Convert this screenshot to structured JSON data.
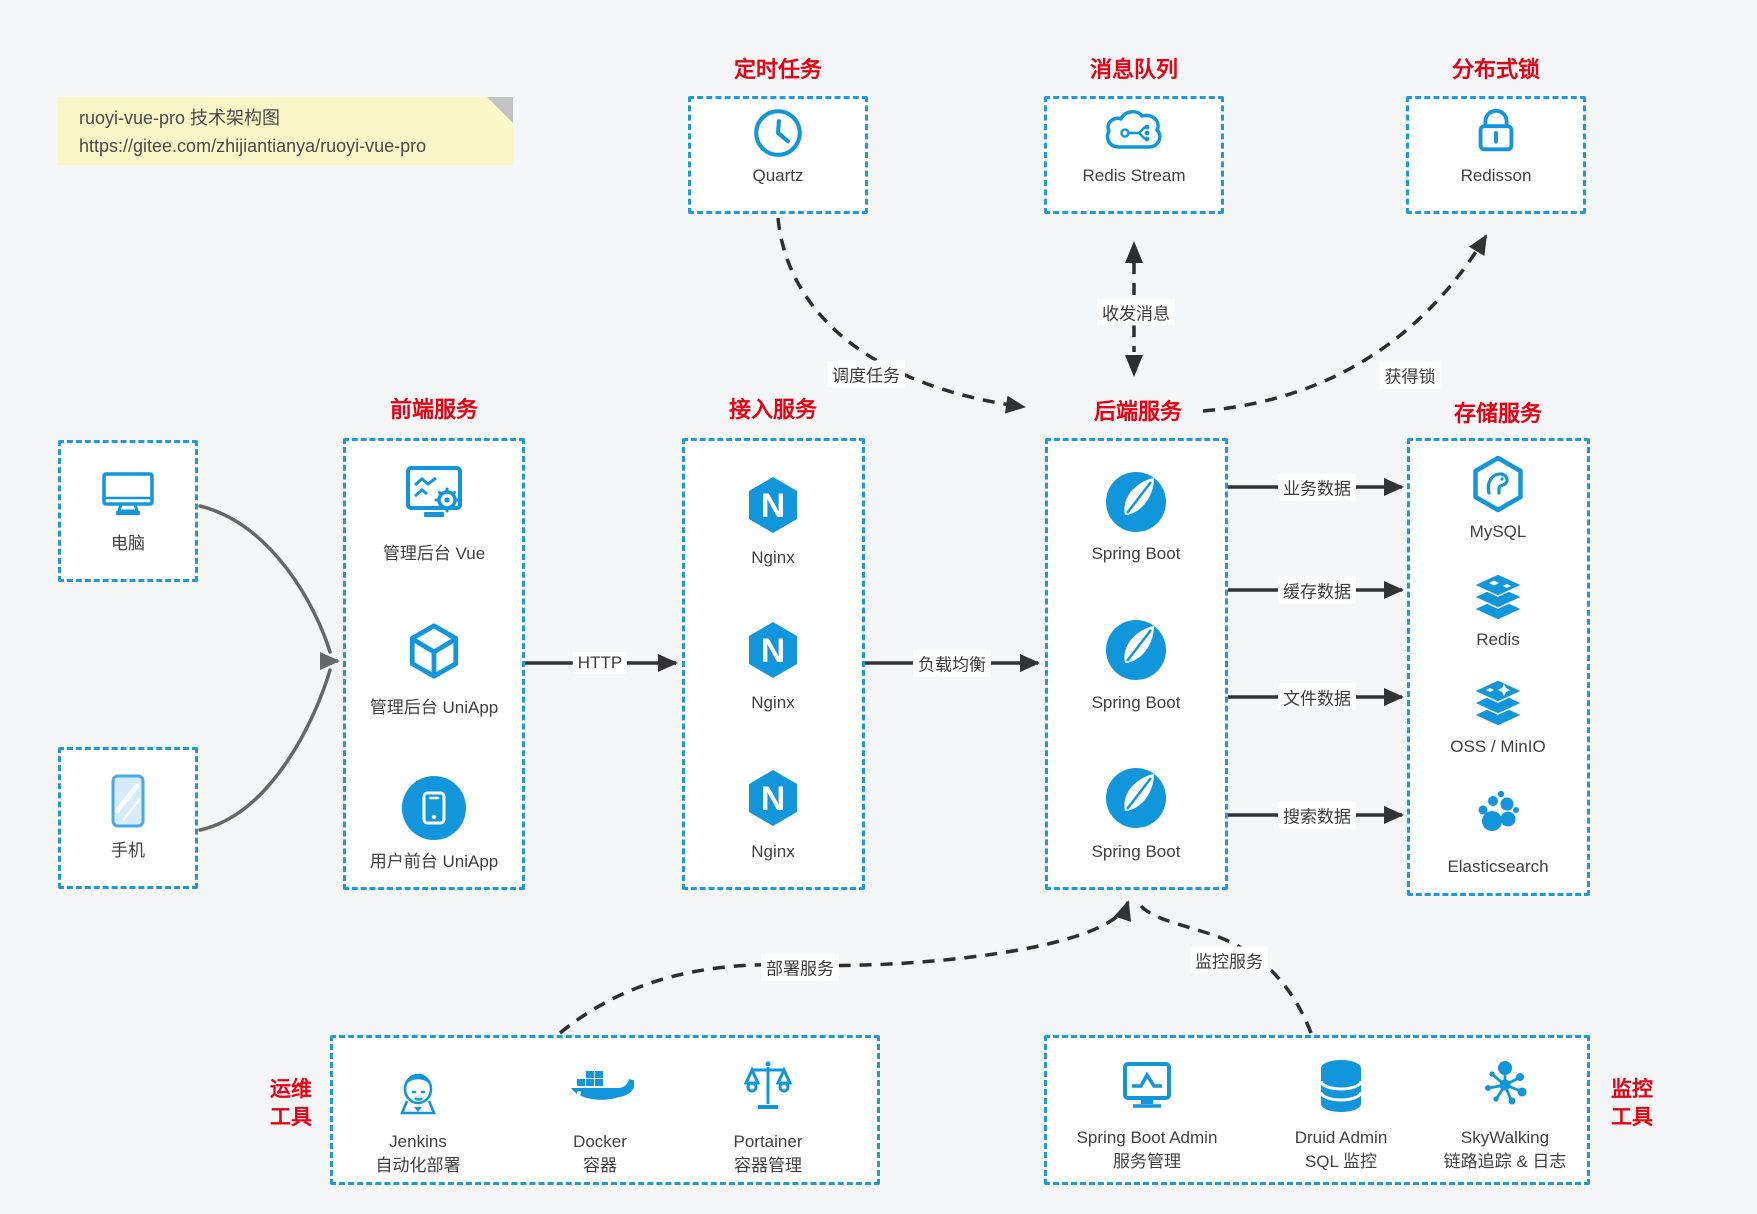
{
  "colors": {
    "accent_blue": "#1296db",
    "dashed_border_blue": "#1f9ad9",
    "title_red": "#e60012",
    "line_dark": "#333333",
    "client_line_gray": "#666666",
    "note_bg": "#f9f6c8"
  },
  "note": {
    "line1": "ruoyi-vue-pro 技术架构图",
    "line2": "https://gitee.com/zhijiantianya/ruoyi-vue-pro"
  },
  "top_services": {
    "timer": {
      "title": "定时任务",
      "label": "Quartz",
      "icon": "clock-icon"
    },
    "mq": {
      "title": "消息队列",
      "label": "Redis Stream",
      "icon": "cloud-stream-icon"
    },
    "lock": {
      "title": "分布式锁",
      "label": "Redisson",
      "icon": "lock-icon"
    }
  },
  "clients": {
    "pc": {
      "label": "电脑",
      "icon": "desktop-icon"
    },
    "mobile": {
      "label": "手机",
      "icon": "smartphone-icon"
    }
  },
  "frontend": {
    "title": "前端服务",
    "items": [
      "管理后台 Vue",
      "管理后台 UniApp",
      "用户前台 UniApp"
    ]
  },
  "gateway": {
    "title": "接入服务",
    "items": [
      "Nginx",
      "Nginx",
      "Nginx"
    ]
  },
  "backend": {
    "title": "后端服务",
    "items": [
      "Spring Boot",
      "Spring Boot",
      "Spring Boot"
    ]
  },
  "storage": {
    "title": "存储服务",
    "items": [
      "MySQL",
      "Redis",
      "OSS / MinIO",
      "Elasticsearch"
    ]
  },
  "ops_tools": {
    "side_label": [
      "运维",
      "工具"
    ],
    "items": [
      {
        "name": "Jenkins",
        "desc": "自动化部署"
      },
      {
        "name": "Docker",
        "desc": "容器"
      },
      {
        "name": "Portainer",
        "desc": "容器管理"
      }
    ]
  },
  "monitor_tools": {
    "side_label": [
      "监控",
      "工具"
    ],
    "items": [
      {
        "name": "Spring Boot Admin",
        "desc": "服务管理"
      },
      {
        "name": "Druid Admin",
        "desc": "SQL 监控"
      },
      {
        "name": "SkyWalking",
        "desc": "链路追踪 & 日志"
      }
    ]
  },
  "edges": {
    "http": "HTTP",
    "load_balance": "负载均衡",
    "schedule_job": "调度任务",
    "send_receive_msg": "收发消息",
    "acquire_lock": "获得锁",
    "business_data": "业务数据",
    "cache_data": "缓存数据",
    "file_data": "文件数据",
    "search_data": "搜索数据",
    "deploy_service": "部署服务",
    "monitor_service": "监控服务"
  }
}
